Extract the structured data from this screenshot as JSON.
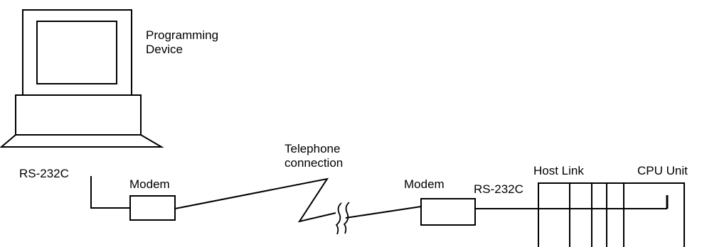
{
  "labels": {
    "programming_device_line1": "Programming",
    "programming_device_line2": "Device",
    "rs232c_left": "RS-232C",
    "modem_left": "Modem",
    "telephone_line1": "Telephone",
    "telephone_line2": "connection",
    "modem_right": "Modem",
    "rs232c_right": "RS-232C",
    "host_link": "Host Link",
    "cpu_unit": "CPU Unit"
  },
  "colors": {
    "stroke": "#000000",
    "background": "#ffffff"
  }
}
